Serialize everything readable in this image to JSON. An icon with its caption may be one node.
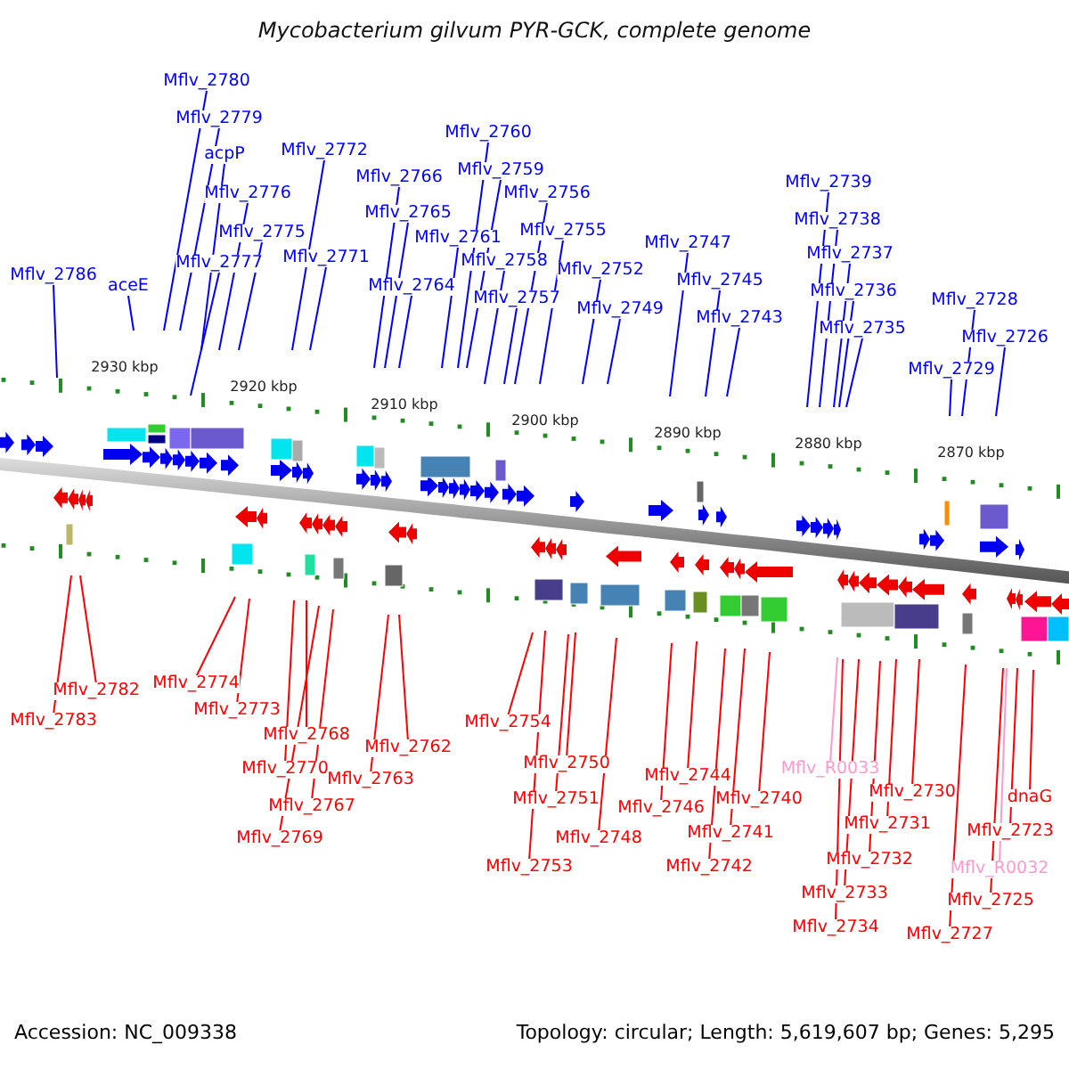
{
  "diagram": {
    "title": "Mycobacterium gilvum PYR-GCK, complete genome",
    "nodes": [
      {
        "text": [
          "Mflv_2780"
        ]
      },
      {
        "text": [
          "Mflv_2779"
        ]
      },
      {
        "text": [
          "Mflv_2760"
        ]
      },
      {
        "text": [
          "Mflv_2772"
        ]
      },
      {
        "text": [
          "acpP"
        ]
      },
      {
        "text": [
          "Mflv_2759"
        ]
      },
      {
        "text": [
          "Mflv_2766"
        ]
      },
      {
        "text": [
          "Mflv_2739"
        ]
      },
      {
        "text": [
          "Mflv_2776"
        ]
      },
      {
        "text": [
          "Mflv_2756"
        ]
      },
      {
        "text": [
          "Mflv_2765"
        ]
      },
      {
        "text": [
          "Mflv_2738"
        ]
      },
      {
        "text": [
          "Mflv_2775"
        ]
      },
      {
        "text": [
          "Mflv_2755"
        ]
      },
      {
        "text": [
          "Mflv_2761"
        ]
      },
      {
        "text": [
          "Mflv_2747"
        ]
      },
      {
        "text": [
          "Mflv_2737"
        ]
      },
      {
        "text": [
          "Mflv_2771"
        ]
      },
      {
        "text": [
          "Mflv_2777"
        ]
      },
      {
        "text": [
          "Mflv_2758"
        ]
      },
      {
        "text": [
          "Mflv_2752"
        ]
      },
      {
        "text": [
          "Mflv_2745"
        ]
      },
      {
        "text": [
          "Mflv_2786"
        ]
      },
      {
        "text": [
          "aceE"
        ]
      },
      {
        "text": [
          "Mflv_2764"
        ]
      },
      {
        "text": [
          "Mflv_2736"
        ]
      },
      {
        "text": [
          "Mflv_2728"
        ]
      },
      {
        "text": [
          "Mflv_2757"
        ]
      },
      {
        "text": [
          "Mflv_2749"
        ]
      },
      {
        "text": [
          "Mflv_2743"
        ]
      },
      {
        "text": [
          "Mflv_2735"
        ]
      },
      {
        "text": [
          "Mflv_2726"
        ]
      },
      {
        "text": [
          "Mflv_2729"
        ]
      },
      {
        "text": [
          "Mflv_2774"
        ]
      },
      {
        "text": [
          "Mflv_2782"
        ]
      },
      {
        "text": [
          "Mflv_2773"
        ]
      },
      {
        "text": [
          "Mflv_2783"
        ]
      },
      {
        "text": [
          "Mflv_2754"
        ]
      },
      {
        "text": [
          "Mflv_2768"
        ]
      },
      {
        "text": [
          "Mflv_2762"
        ]
      },
      {
        "text": [
          "Mflv_2750"
        ]
      },
      {
        "text": [
          "Mflv_2770"
        ]
      },
      {
        "text": [
          "Mflv_R0033"
        ]
      },
      {
        "text": [
          "Mflv_2744"
        ]
      },
      {
        "text": [
          "Mflv_2763"
        ]
      },
      {
        "text": [
          "Mflv_2730"
        ]
      },
      {
        "text": [
          "Mflv_2751"
        ]
      },
      {
        "text": [
          "dnaG"
        ]
      },
      {
        "text": [
          "Mflv_2767"
        ]
      },
      {
        "text": [
          "Mflv_2740"
        ]
      },
      {
        "text": [
          "Mflv_2746"
        ]
      },
      {
        "text": [
          "Mflv_2731"
        ]
      },
      {
        "text": [
          "Mflv_2723"
        ]
      },
      {
        "text": [
          "Mflv_2741"
        ]
      },
      {
        "text": [
          "Mflv_2769"
        ]
      },
      {
        "text": [
          "Mflv_2748"
        ]
      },
      {
        "text": [
          "Mflv_2732"
        ]
      },
      {
        "text": [
          "Mflv_2753"
        ]
      },
      {
        "text": [
          "Mflv_2742"
        ]
      },
      {
        "text": [
          "Mflv_R0032"
        ]
      },
      {
        "text": [
          "Mflv_2733"
        ]
      },
      {
        "text": [
          "Mflv_2725"
        ]
      },
      {
        "text": [
          "Mflv_2734"
        ]
      },
      {
        "text": [
          "Mflv_2727"
        ]
      }
    ],
    "edges": [
      {
        "from": 0,
        "to": null,
        "arrow": "none"
      },
      {
        "from": 1,
        "to": null,
        "arrow": "none"
      },
      {
        "from": 2,
        "to": null,
        "arrow": "none"
      },
      {
        "from": 3,
        "to": null,
        "arrow": "none"
      },
      {
        "from": 4,
        "to": null,
        "arrow": "none"
      },
      {
        "from": 5,
        "to": null,
        "arrow": "none"
      },
      {
        "from": 6,
        "to": null,
        "arrow": "none"
      },
      {
        "from": 7,
        "to": null,
        "arrow": "none"
      },
      {
        "from": 8,
        "to": null,
        "arrow": "none"
      },
      {
        "from": 9,
        "to": null,
        "arrow": "none"
      },
      {
        "from": 10,
        "to": null,
        "arrow": "none"
      },
      {
        "from": 11,
        "to": null,
        "arrow": "none"
      },
      {
        "from": 12,
        "to": null,
        "arrow": "none"
      },
      {
        "from": 13,
        "to": null,
        "arrow": "none"
      },
      {
        "from": 14,
        "to": null,
        "arrow": "none"
      },
      {
        "from": 15,
        "to": null,
        "arrow": "none"
      },
      {
        "from": 16,
        "to": null,
        "arrow": "none"
      },
      {
        "from": 17,
        "to": null,
        "arrow": "none"
      },
      {
        "from": 18,
        "to": null,
        "arrow": "none"
      },
      {
        "from": 19,
        "to": null,
        "arrow": "none"
      },
      {
        "from": 20,
        "to": null,
        "arrow": "none"
      },
      {
        "from": 21,
        "to": null,
        "arrow": "none"
      },
      {
        "from": 22,
        "to": null,
        "arrow": "none"
      },
      {
        "from": 23,
        "to": null,
        "arrow": "none"
      },
      {
        "from": 24,
        "to": null,
        "arrow": "none"
      },
      {
        "from": 25,
        "to": null,
        "arrow": "none"
      },
      {
        "from": 26,
        "to": null,
        "arrow": "none"
      },
      {
        "from": 27,
        "to": null,
        "arrow": "none"
      },
      {
        "from": 28,
        "to": null,
        "arrow": "none"
      },
      {
        "from": 29,
        "to": null,
        "arrow": "none"
      },
      {
        "from": 30,
        "to": null,
        "arrow": "none"
      },
      {
        "from": 31,
        "to": null,
        "arrow": "none"
      },
      {
        "from": 32,
        "to": null,
        "arrow": "none"
      },
      {
        "from": 33,
        "to": null,
        "arrow": "none",
        "color": "#ff0000"
      },
      {
        "from": 34,
        "to": null,
        "arrow": "none",
        "color": "#ff0000"
      },
      {
        "from": 35,
        "to": null,
        "arrow": "none",
        "color": "#ff0000"
      },
      {
        "from": 36,
        "to": null,
        "arrow": "none",
        "color": "#ff0000"
      },
      {
        "from": 37,
        "to": null,
        "arrow": "none",
        "color": "#ff0000"
      },
      {
        "from": 38,
        "to": null,
        "arrow": "none",
        "color": "#ff0000"
      },
      {
        "from": 39,
        "to": null,
        "arrow": "none",
        "color": "#ff0000"
      },
      {
        "from": 40,
        "to": null,
        "arrow": "none",
        "color": "#ff0000"
      },
      {
        "from": 41,
        "to": null,
        "arrow": "none",
        "color": "#ff0000"
      },
      {
        "from": 42,
        "to": null,
        "arrow": "none",
        "color": "#ff99cc"
      },
      {
        "from": 43,
        "to": null,
        "arrow": "none",
        "color": "#ff0000"
      },
      {
        "from": 44,
        "to": null,
        "arrow": "none",
        "color": "#ff0000"
      },
      {
        "from": 45,
        "to": null,
        "arrow": "none",
        "color": "#ff0000"
      },
      {
        "from": 46,
        "to": null,
        "arrow": "none",
        "color": "#ff0000"
      },
      {
        "from": 47,
        "to": null,
        "arrow": "none",
        "color": "#ff0000"
      },
      {
        "from": 48,
        "to": null,
        "arrow": "none",
        "color": "#ff0000"
      },
      {
        "from": 49,
        "to": null,
        "arrow": "none",
        "color": "#ff0000"
      },
      {
        "from": 50,
        "to": null,
        "arrow": "none",
        "color": "#ff0000"
      },
      {
        "from": 51,
        "to": null,
        "arrow": "none",
        "color": "#ff0000"
      },
      {
        "from": 52,
        "to": null,
        "arrow": "none",
        "color": "#ff0000"
      },
      {
        "from": 53,
        "to": null,
        "arrow": "none",
        "color": "#ff0000"
      },
      {
        "from": 54,
        "to": null,
        "arrow": "none",
        "color": "#ff0000"
      },
      {
        "from": 55,
        "to": null,
        "arrow": "none",
        "color": "#ff0000"
      },
      {
        "from": 56,
        "to": null,
        "arrow": "none",
        "color": "#ff0000"
      },
      {
        "from": 57,
        "to": null,
        "arrow": "none",
        "color": "#ff0000"
      },
      {
        "from": 58,
        "to": null,
        "arrow": "none",
        "color": "#ff0000"
      },
      {
        "from": 59,
        "to": null,
        "arrow": "none",
        "color": "#ff99cc"
      },
      {
        "from": 60,
        "to": null,
        "arrow": "none",
        "color": "#ff0000"
      },
      {
        "from": 61,
        "to": null,
        "arrow": "none",
        "color": "#ff0000"
      },
      {
        "from": 62,
        "to": null,
        "arrow": "none",
        "color": "#ff0000"
      },
      {
        "from": 63,
        "to": null,
        "arrow": "none",
        "color": "#ff0000"
      }
    ],
    "labels": [
      "2930 kbp",
      "2920 kbp",
      "2910 kbp",
      "2900 kbp",
      "2890 kbp",
      "2880 kbp",
      "2870 kbp",
      "Accession: NC_009338",
      "Topology: circular; Length: 5,619,607 bp; Genes: 5,295"
    ]
  }
}
